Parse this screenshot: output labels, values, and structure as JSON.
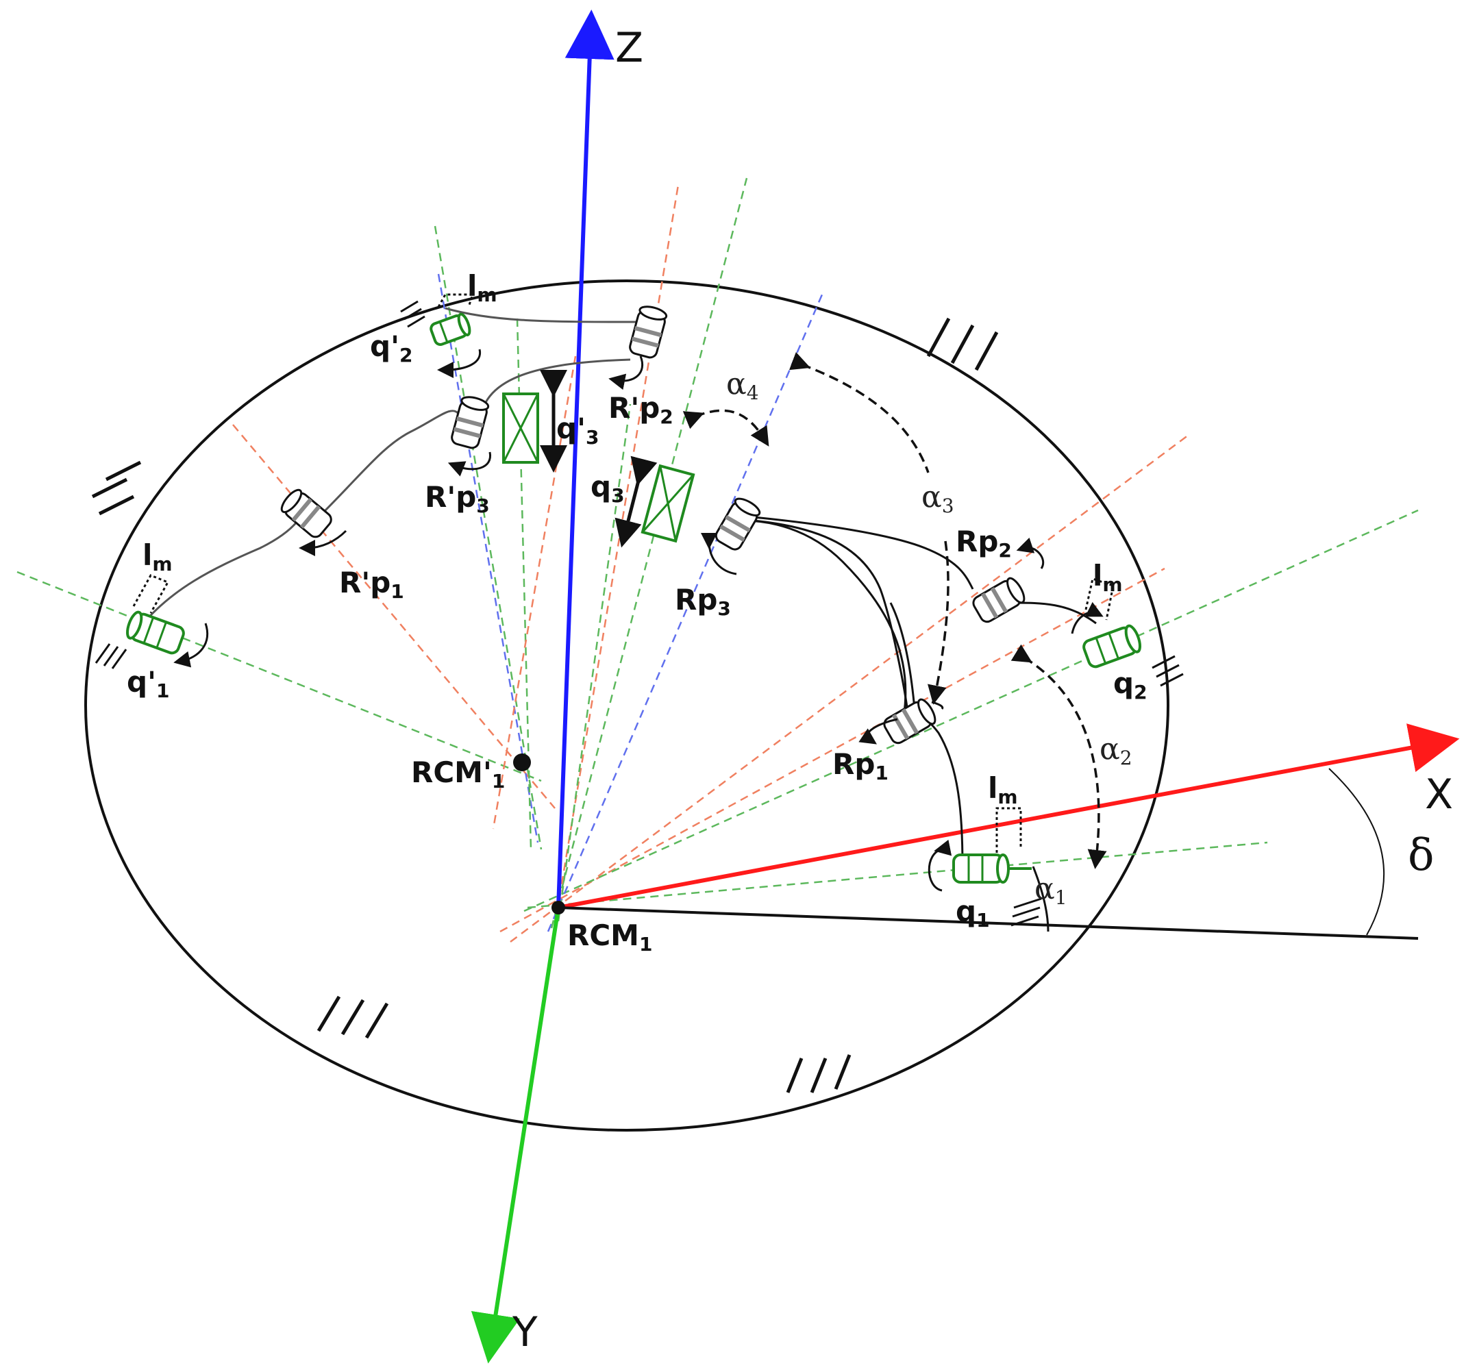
{
  "axes": {
    "z_label": "Z",
    "x_label": "X",
    "y_label": "Y",
    "z_color": "#1a1aff",
    "x_color": "#ff1a1a",
    "y_color": "#22cc22"
  },
  "points": {
    "rcm1": {
      "main": "RCM",
      "sub": "1"
    },
    "rcm1_prime": {
      "main": "RCM'",
      "sub": "1"
    }
  },
  "joints": {
    "q1": {
      "main": "q",
      "sub": "1"
    },
    "q2": {
      "main": "q",
      "sub": "2"
    },
    "q3": {
      "main": "q",
      "sub": "3"
    },
    "q1_prime": {
      "main": "q'",
      "sub": "1"
    },
    "q2_prime": {
      "main": "q'",
      "sub": "2"
    },
    "q3_prime": {
      "main": "q'",
      "sub": "3"
    }
  },
  "passive_joints": {
    "rp1": {
      "main": "Rp",
      "sub": "1"
    },
    "rp2": {
      "main": "Rp",
      "sub": "2"
    },
    "rp3": {
      "main": "Rp",
      "sub": "3"
    },
    "rp1_prime": {
      "main": "R'p",
      "sub": "1"
    },
    "rp2_prime": {
      "main": "R'p",
      "sub": "2"
    },
    "rp3_prime": {
      "main": "R'p",
      "sub": "3"
    }
  },
  "angles": {
    "alpha1": {
      "main": "α",
      "sub": "1"
    },
    "alpha2": {
      "main": "α",
      "sub": "2"
    },
    "alpha3": {
      "main": "α",
      "sub": "3"
    },
    "alpha4": {
      "main": "α",
      "sub": "4"
    },
    "delta": "δ"
  },
  "offset_label": {
    "main": "l",
    "sub": "m"
  },
  "colors": {
    "actuator_green": "#1f8a1f",
    "passive_gray": "#333333",
    "dash_green": "#5cb85c",
    "dash_orange": "#f08060",
    "dash_blue": "#6070ee"
  }
}
